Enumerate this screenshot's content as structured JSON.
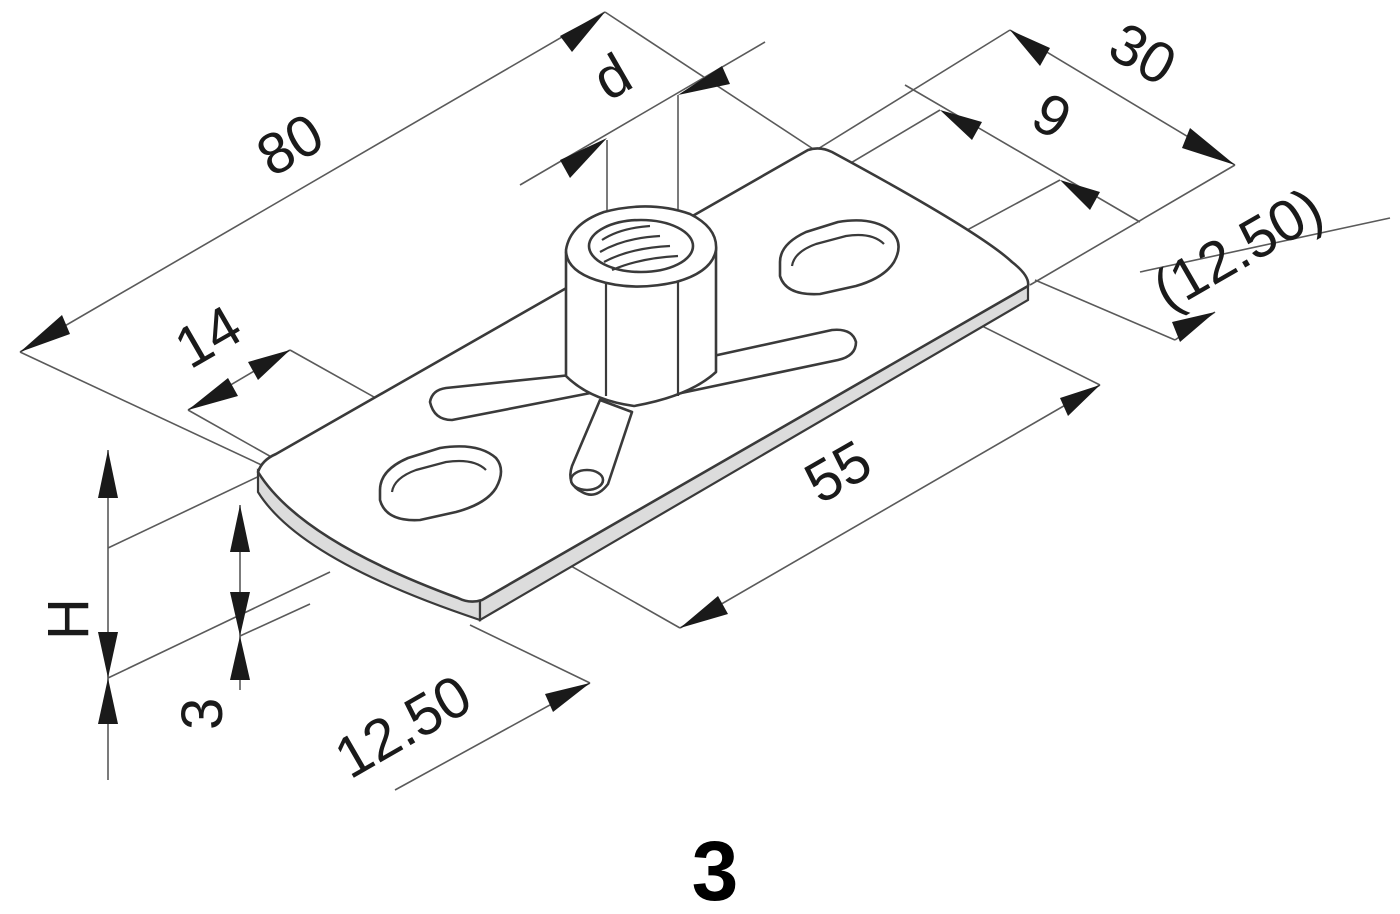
{
  "figure": {
    "label": "3"
  },
  "dimensions": {
    "total_length": "80",
    "width": "30",
    "hole_offset_length": "14",
    "hole_slot_width": "9",
    "hole_spacing": "55",
    "edge_distance_front": "12.50",
    "edge_distance_back": "(12.50)",
    "thread_diameter": "d",
    "height": "H",
    "thickness": "3"
  },
  "colors": {
    "line": "#3a3a3a",
    "text": "#1a1a1a",
    "background": "#ffffff"
  }
}
